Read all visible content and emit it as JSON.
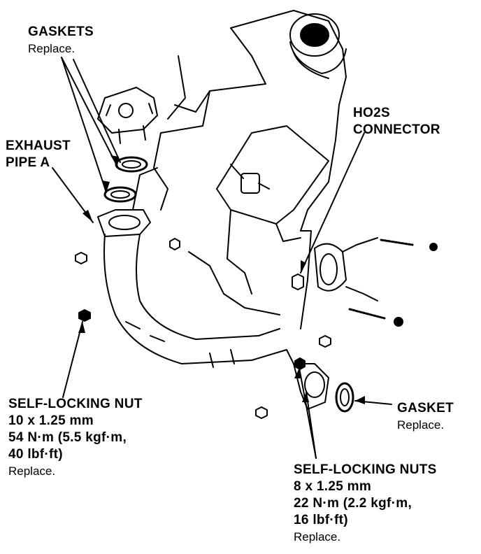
{
  "labels": {
    "gaskets": {
      "title": "GASKETS",
      "note": "Replace."
    },
    "exhaust_pipe": {
      "line1": "EXHAUST",
      "line2": "PIPE A"
    },
    "ho2s": {
      "line1": "HO2S",
      "line2": "CONNECTOR"
    },
    "self_locking_nut": {
      "title": "SELF-LOCKING NUT",
      "size": "10 x 1.25 mm",
      "torque": "54 N·m (5.5 kgf·m,",
      "torque2": "40 lbf·ft)",
      "note": "Replace."
    },
    "gasket": {
      "title": "GASKET",
      "note": "Replace."
    },
    "self_locking_nuts": {
      "title": "SELF-LOCKING NUTS",
      "size": "8 x 1.25 mm",
      "torque": "22 N·m (2.2 kgf·m,",
      "torque2": "16 lbf·ft)",
      "note": "Replace."
    }
  },
  "colors": {
    "ink": "#000000",
    "paper": "#ffffff"
  }
}
